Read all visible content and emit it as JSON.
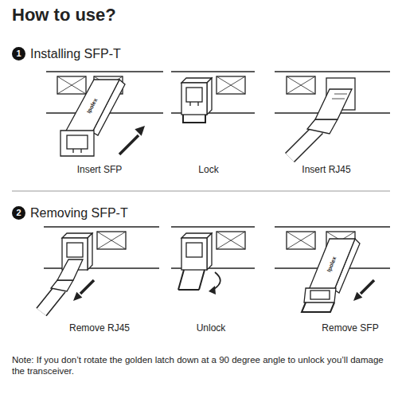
{
  "diagram": {
    "title": "How to use?",
    "nodes": [
      {
        "text": [
          "1"
        ]
      },
      {
        "text": [
          "2"
        ]
      }
    ],
    "labels": [
      "Installing SFP-T",
      "Ipolex",
      "Insert SFP",
      "Lock",
      "Insert RJ45",
      "Removing SFP-T",
      "Remove RJ45",
      "Unlock",
      "Ipolex",
      "Remove SFP",
      "Note: If you don’t rotate the golden latch down at a 90 degree angle to unlock you’ll damage the transceiver."
    ]
  }
}
